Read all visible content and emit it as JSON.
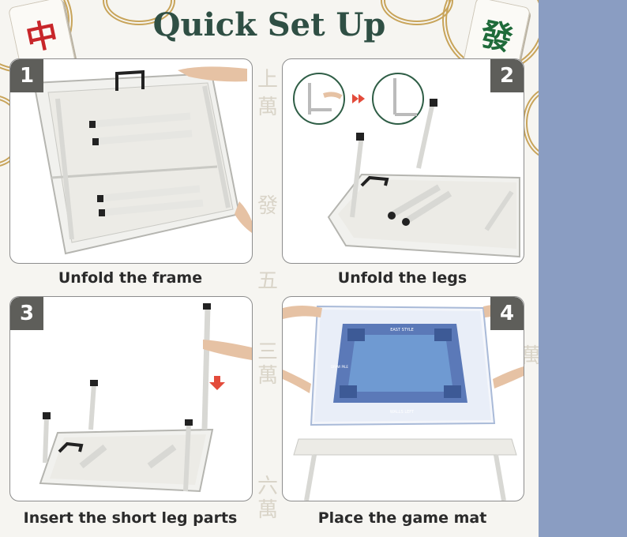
{
  "title": "Quick Set Up",
  "tiles": {
    "left_char": "中",
    "right_char": "發"
  },
  "steps": [
    {
      "number": "1",
      "caption": "Unfold the frame"
    },
    {
      "number": "2",
      "caption": "Unfold the legs"
    },
    {
      "number": "3",
      "caption": "Insert the short leg parts"
    },
    {
      "number": "4",
      "caption": "Place the game mat"
    }
  ],
  "mat": {
    "top_text": "EAST STYLE",
    "bottom_text": "WALLS LEFT",
    "side_text": "DRAW PILE"
  },
  "colors": {
    "title": "#2f4f44",
    "step_badge": "#5e5e5a",
    "sidebar": "#8a9dc2",
    "mat": "#5b79b8",
    "red_arrow": "#e34b3b",
    "tile_red": "#c8262a",
    "tile_green": "#1f6b3a"
  },
  "icons": [
    "mahjong-tile-icon",
    "mahjong-tile-icon",
    "red-arrow-icon",
    "down-arrow-icon"
  ]
}
